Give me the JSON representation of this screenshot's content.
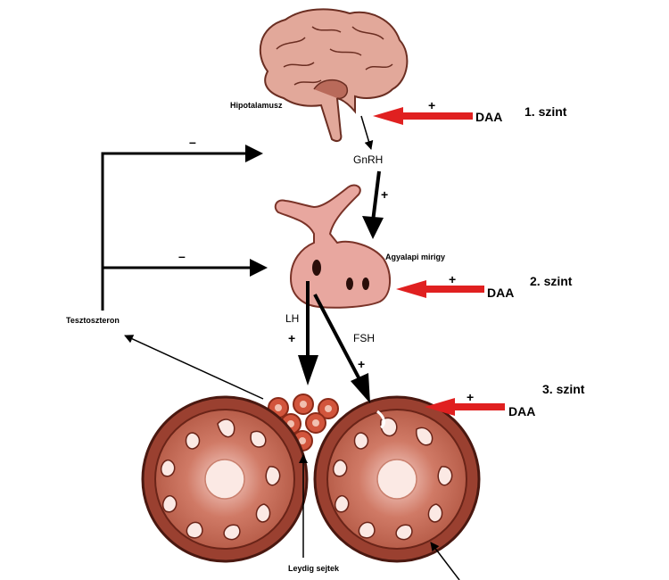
{
  "labels": {
    "hypothalamus": "Hipotalamusz",
    "gnrh": "GnRH",
    "pituitary": "Agyalapi mirigy",
    "testosterone": "Tesztoszteron",
    "lh": "LH",
    "fsh": "FSH",
    "leydig": "Leydig sejtek"
  },
  "levels": {
    "level1": "1. szint",
    "level2": "2. szint",
    "level3": "3. szint"
  },
  "daa": {
    "d1": "DAA",
    "d2": "DAA",
    "d3": "DAA"
  },
  "signs": {
    "plus_daa1": "+",
    "plus_daa2": "+",
    "plus_daa3": "+",
    "plus_gnrh": "+",
    "plus_lh": "+",
    "plus_fsh": "+",
    "minus_top": "–",
    "minus_mid": "–"
  },
  "colors": {
    "tissue": "#c06a57",
    "tissue_dark": "#8a3a2c",
    "organ_pink": "#e8a79f",
    "daa_arrow": "#e02020"
  }
}
